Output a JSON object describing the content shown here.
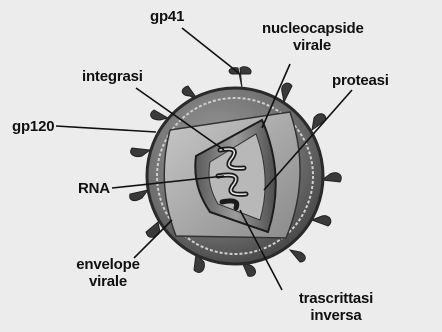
{
  "diagram": {
    "labels": {
      "gp41": "gp41",
      "nucleocapsid_line1": "nucleocapside",
      "nucleocapsid_line2": "virale",
      "integrase": "integrasi",
      "protease": "proteasi",
      "gp120": "gp120",
      "rna": "RNA",
      "envelope_line1": "envelope",
      "envelope_line2": "virale",
      "rt_line1": "trascrittasi",
      "rt_line2": "inversa"
    },
    "colors": {
      "background": "#ececec",
      "envelope": "#6f6f6f",
      "capsid": "#aaaaaa",
      "leader": "#111111"
    }
  }
}
